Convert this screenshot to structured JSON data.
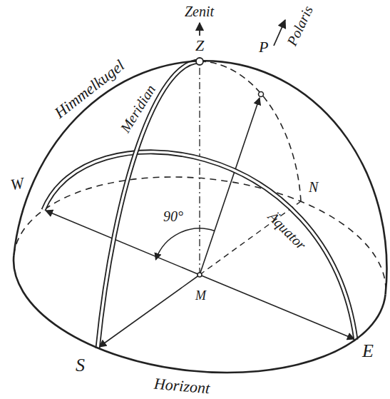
{
  "diagram": {
    "labels": [
      "Zenit",
      "Z",
      "Polaris",
      "P",
      "Himmelkugel",
      "Meridian",
      "N",
      "Äquator",
      "90°",
      "W",
      "M",
      "S",
      "E",
      "Horizont"
    ]
  }
}
